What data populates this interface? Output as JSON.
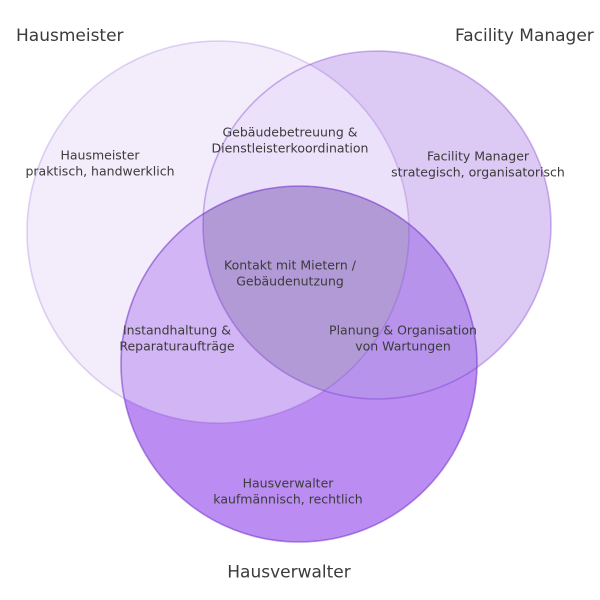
{
  "diagram_type": "venn3",
  "titles": {
    "left": "Hausmeister",
    "right": "Facility Manager",
    "bottom": "Hausverwalter"
  },
  "regions": {
    "left_only": {
      "line1": "Hausmeister",
      "line2": "praktisch, handwerklich"
    },
    "right_only": {
      "line1": "Facility Manager",
      "line2": "strategisch, organisatorisch"
    },
    "bottom_only": {
      "line1": "Hausverwalter",
      "line2": "kaufmännisch, rechtlich"
    },
    "left_right": {
      "line1": "Gebäudebetreuung &",
      "line2": "Dienstleisterkoordination"
    },
    "left_bottom": {
      "line1": "Instandhaltung &",
      "line2": "Reparaturaufträge"
    },
    "right_bottom": {
      "line1": "Planung & Organisation",
      "line2": "von Wartungen"
    },
    "center": {
      "line1": "Kontakt mit Mietern /",
      "line2": "Gebäudenutzung"
    }
  },
  "colors": {
    "background": "#ffffff",
    "text": "#3b3b3b",
    "left_only": "#f2ecfb",
    "right_only": "#dcc9f4",
    "bottom_only": "#bb8cf2",
    "left_right": "#ece1fa",
    "left_bottom": "#d2b5f4",
    "right_bottom": "#b793ec",
    "center": "#b29ad7",
    "stroke_left": "rgba(109,44,199,0.20)",
    "stroke_right": "rgba(109,44,199,0.33)",
    "stroke_bottom": "rgba(109,44,199,0.52)"
  }
}
